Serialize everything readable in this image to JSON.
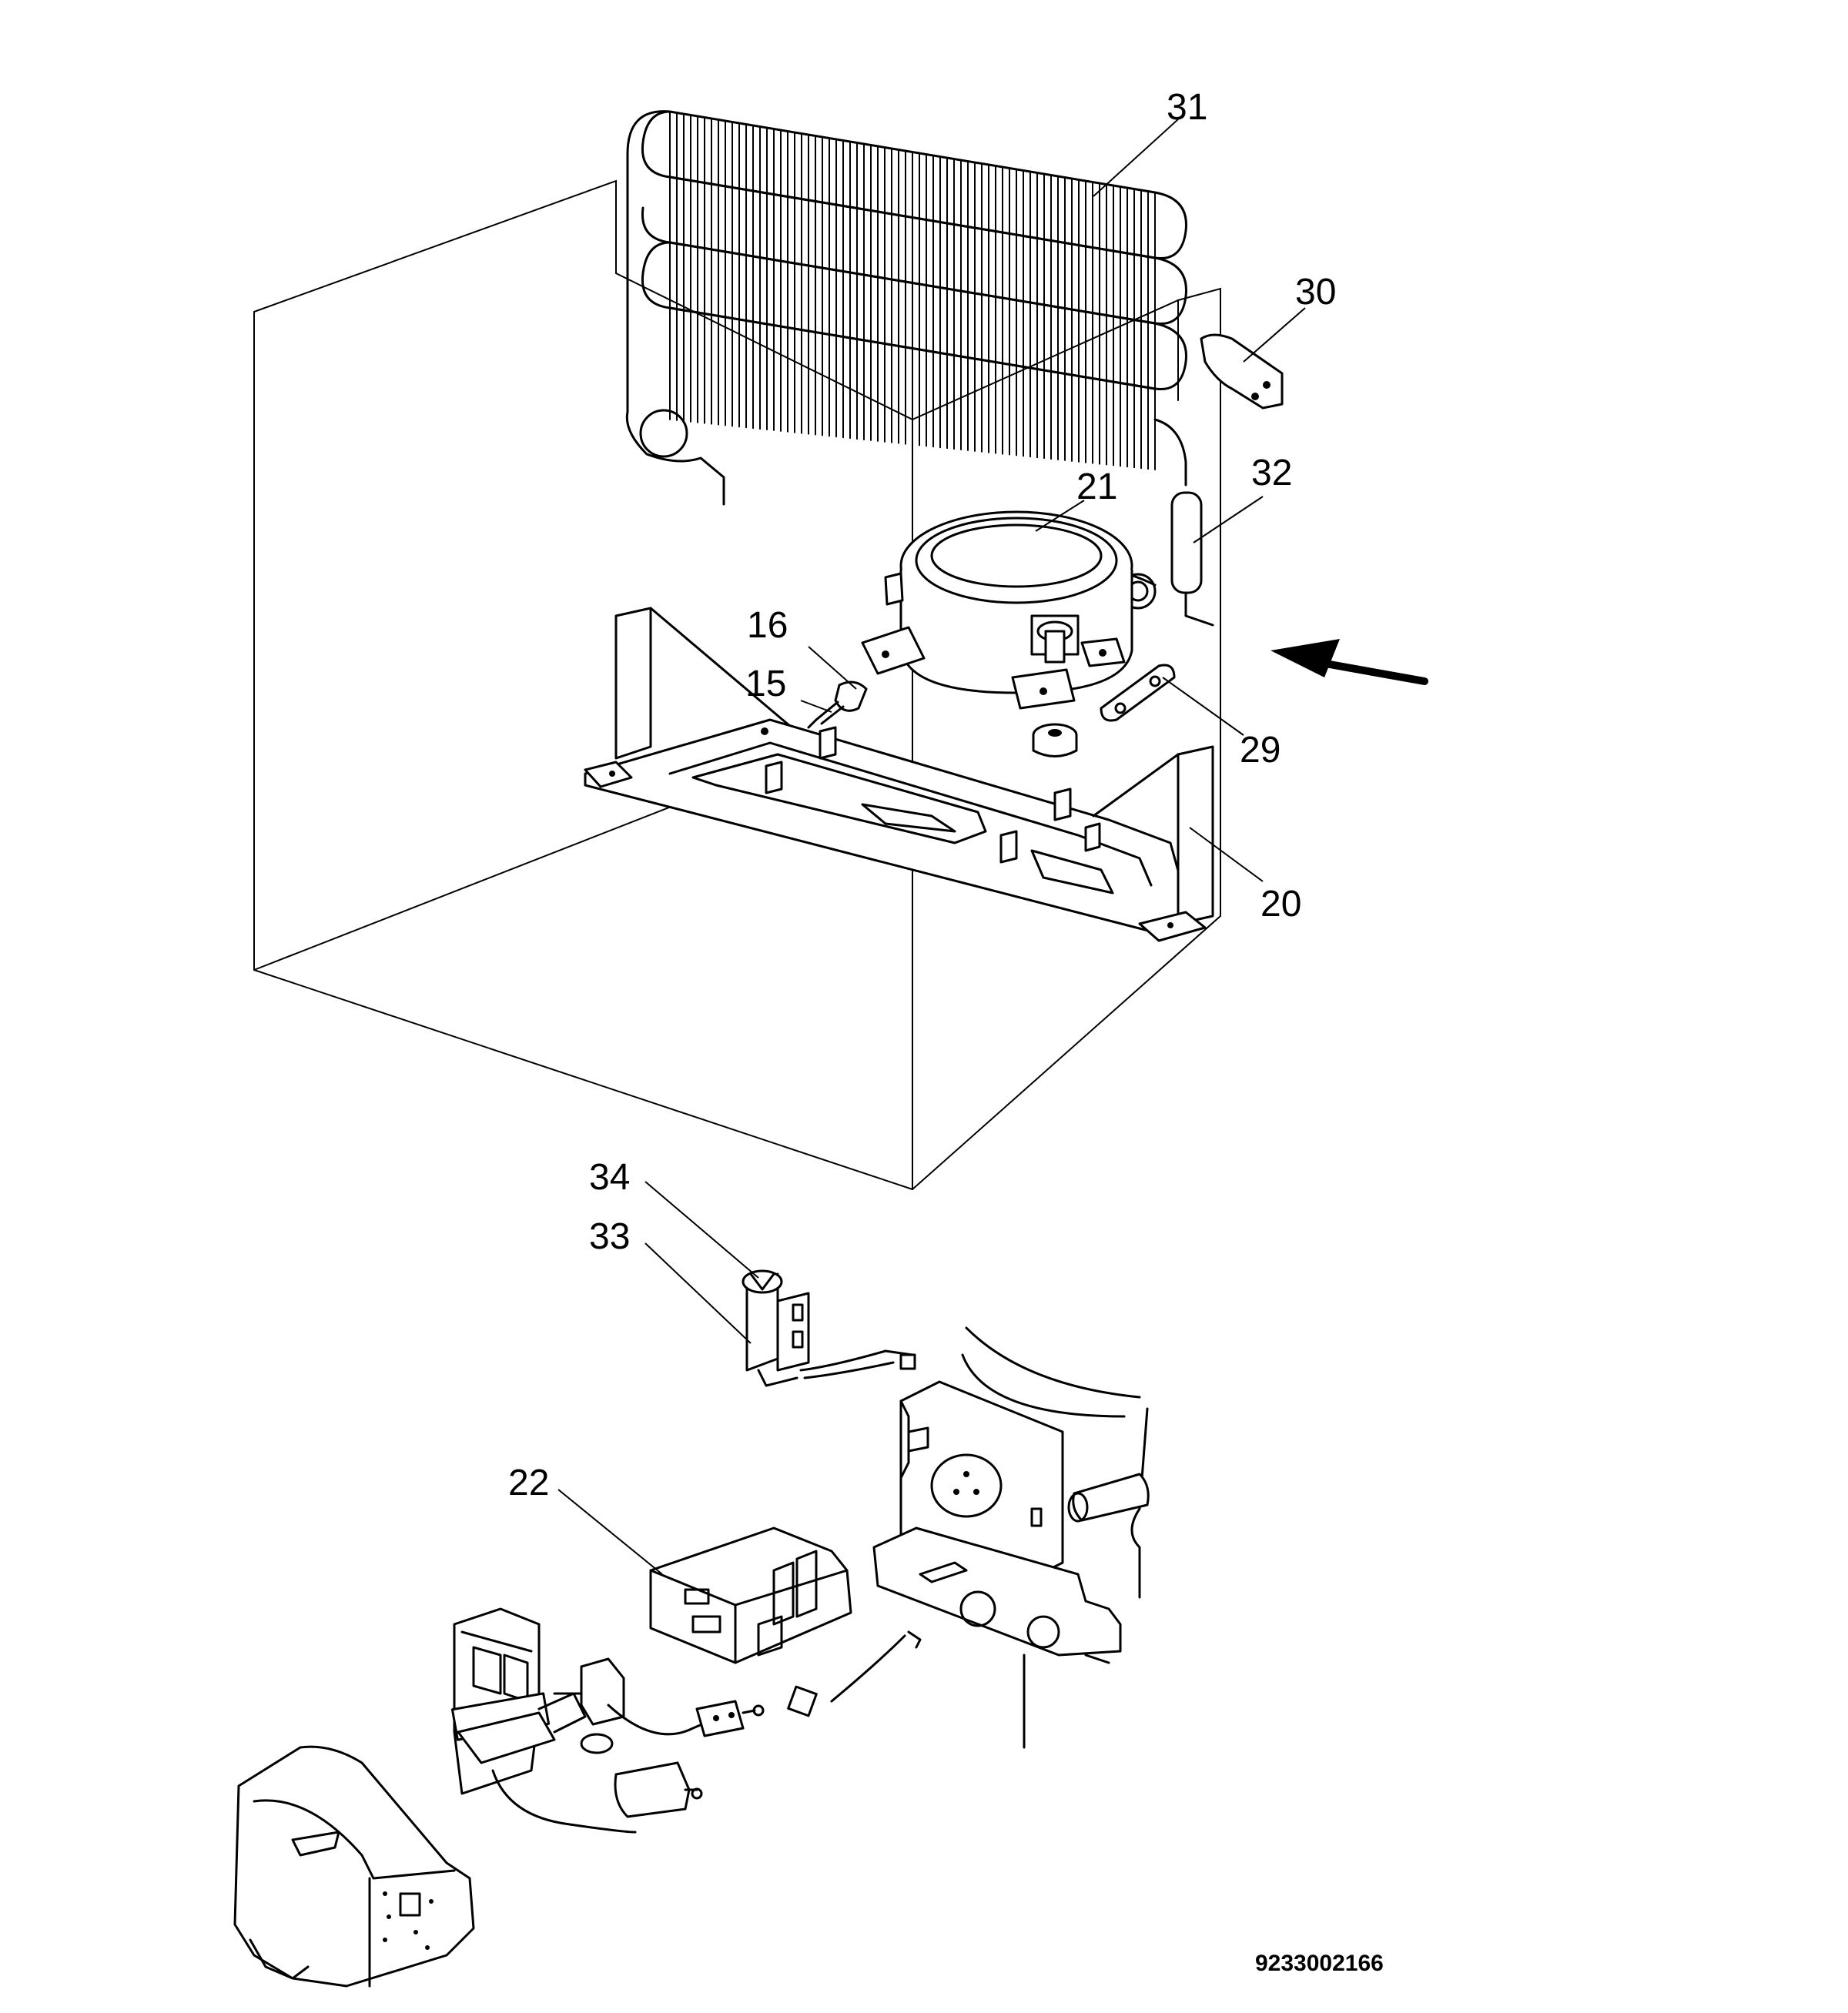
{
  "callouts": [
    {
      "id": "31",
      "label": "31"
    },
    {
      "id": "30",
      "label": "30"
    },
    {
      "id": "21",
      "label": "21"
    },
    {
      "id": "32",
      "label": "32"
    },
    {
      "id": "16",
      "label": "16"
    },
    {
      "id": "15",
      "label": "15"
    },
    {
      "id": "29",
      "label": "29"
    },
    {
      "id": "20",
      "label": "20"
    },
    {
      "id": "34",
      "label": "34"
    },
    {
      "id": "33",
      "label": "33"
    },
    {
      "id": "22",
      "label": "22"
    }
  ],
  "document_number": "9233002166",
  "colors": {
    "ink": "#000000",
    "paper": "#ffffff"
  }
}
